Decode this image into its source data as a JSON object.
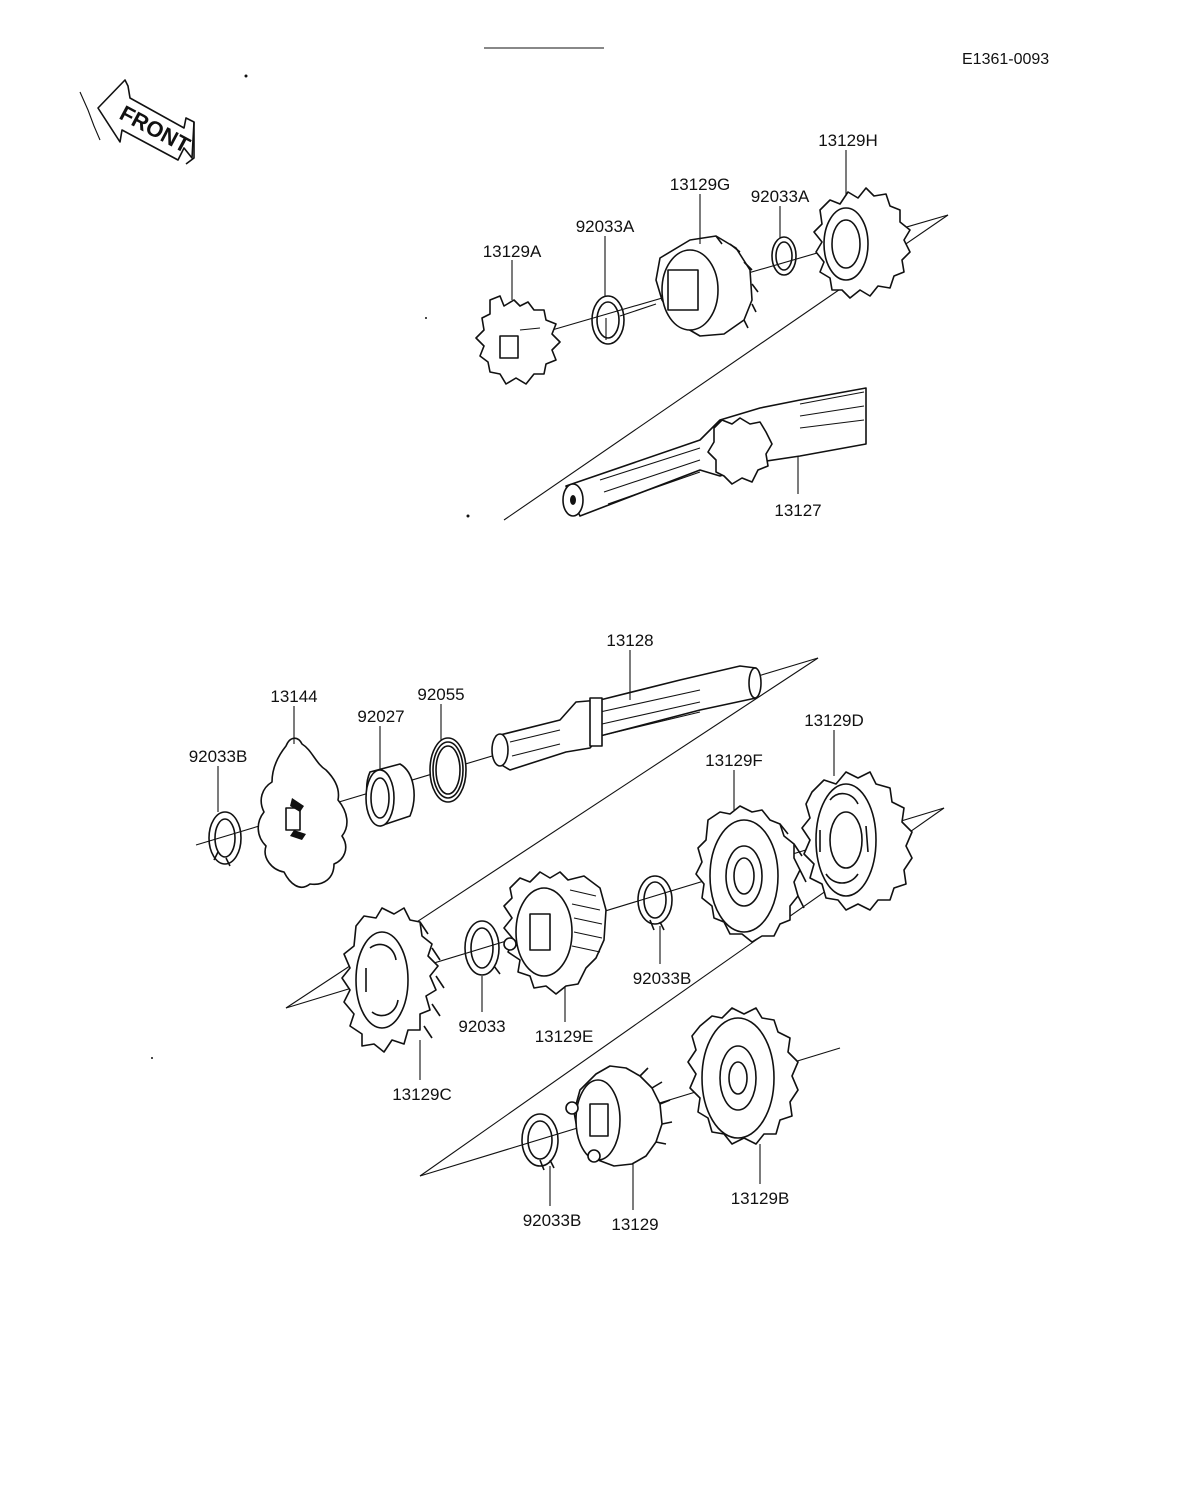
{
  "document_id": "E1361-0093",
  "front_arrow": {
    "label": "FRONT"
  },
  "parts": {
    "p13129A": "13129A",
    "p92033A_1": "92033A",
    "p13129G": "13129G",
    "p92033A_2": "92033A",
    "p13129H": "13129H",
    "p13127": "13127",
    "p13128": "13128",
    "p92055": "92055",
    "p13144": "13144",
    "p92027": "92027",
    "p92033B_1": "92033B",
    "p13129F": "13129F",
    "p13129D": "13129D",
    "p92033B_2": "92033B",
    "p92033": "92033",
    "p13129E": "13129E",
    "p13129C": "13129C",
    "p92033B_3": "92033B",
    "p13129": "13129",
    "p13129B": "13129B"
  }
}
